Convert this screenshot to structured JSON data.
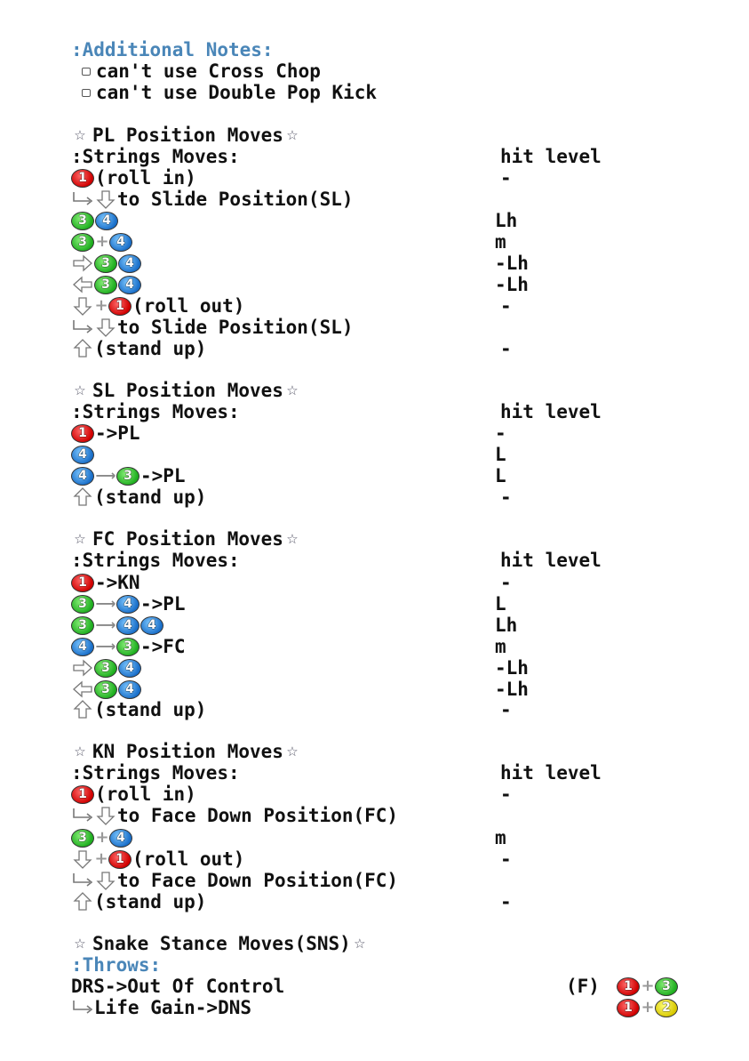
{
  "notes": {
    "title": ":Additional Notes:",
    "items": [
      "can't use Cross Chop",
      "can't use Double Pop Kick"
    ]
  },
  "pl": {
    "title": "PL Position Moves",
    "strings_label": ":Strings Moves:",
    "hit_label": "hit level",
    "rows": [
      {
        "text": "(roll in)",
        "hit": "-"
      },
      {
        "text": "to Slide Position(SL)",
        "hit": ""
      },
      {
        "text": "",
        "hit": "Lh"
      },
      {
        "text": "",
        "hit": "m"
      },
      {
        "text": "",
        "hit": "-Lh"
      },
      {
        "text": "",
        "hit": "-Lh"
      },
      {
        "text": "(roll out)",
        "hit": "-"
      },
      {
        "text": "to Slide Position(SL)",
        "hit": ""
      },
      {
        "text": "(stand up)",
        "hit": "-"
      }
    ]
  },
  "sl": {
    "title": "SL Position Moves",
    "strings_label": ":Strings Moves:",
    "hit_label": "hit level",
    "rows": [
      {
        "text": "->PL",
        "hit": "-"
      },
      {
        "text": "",
        "hit": "L"
      },
      {
        "text": "->PL",
        "hit": "L"
      },
      {
        "text": "(stand up)",
        "hit": "-"
      }
    ]
  },
  "fc": {
    "title": "FC Position Moves",
    "strings_label": ":Strings Moves:",
    "hit_label": "hit level",
    "rows": [
      {
        "text": "->KN",
        "hit": "-"
      },
      {
        "text": "->PL",
        "hit": "L"
      },
      {
        "text": "",
        "hit": "Lh"
      },
      {
        "text": "->FC",
        "hit": "m"
      },
      {
        "text": "",
        "hit": "-Lh"
      },
      {
        "text": "",
        "hit": "-Lh"
      },
      {
        "text": "(stand up)",
        "hit": "-"
      }
    ]
  },
  "kn": {
    "title": "KN Position Moves",
    "strings_label": ":Strings Moves:",
    "hit_label": "hit level",
    "rows": [
      {
        "text": "(roll in)",
        "hit": "-"
      },
      {
        "text": "to Face Down Position(FC)",
        "hit": ""
      },
      {
        "text": "",
        "hit": "m"
      },
      {
        "text": "(roll out)",
        "hit": "-"
      },
      {
        "text": "to Face Down Position(FC)",
        "hit": ""
      },
      {
        "text": "(stand up)",
        "hit": "-"
      }
    ]
  },
  "sns": {
    "title": "Snake Stance Moves(SNS)",
    "throws_label": ":Throws:",
    "throws": [
      {
        "text": "DRS->Out Of Control",
        "tag": "(F)"
      },
      {
        "text": "Life Gain->DNS",
        "tag": ""
      }
    ]
  },
  "colors": {
    "section_label": "#4a86b8",
    "button_1": "#d00000",
    "button_2": "#d8c800",
    "button_3": "#1fae20",
    "button_4": "#1a6fc9"
  }
}
